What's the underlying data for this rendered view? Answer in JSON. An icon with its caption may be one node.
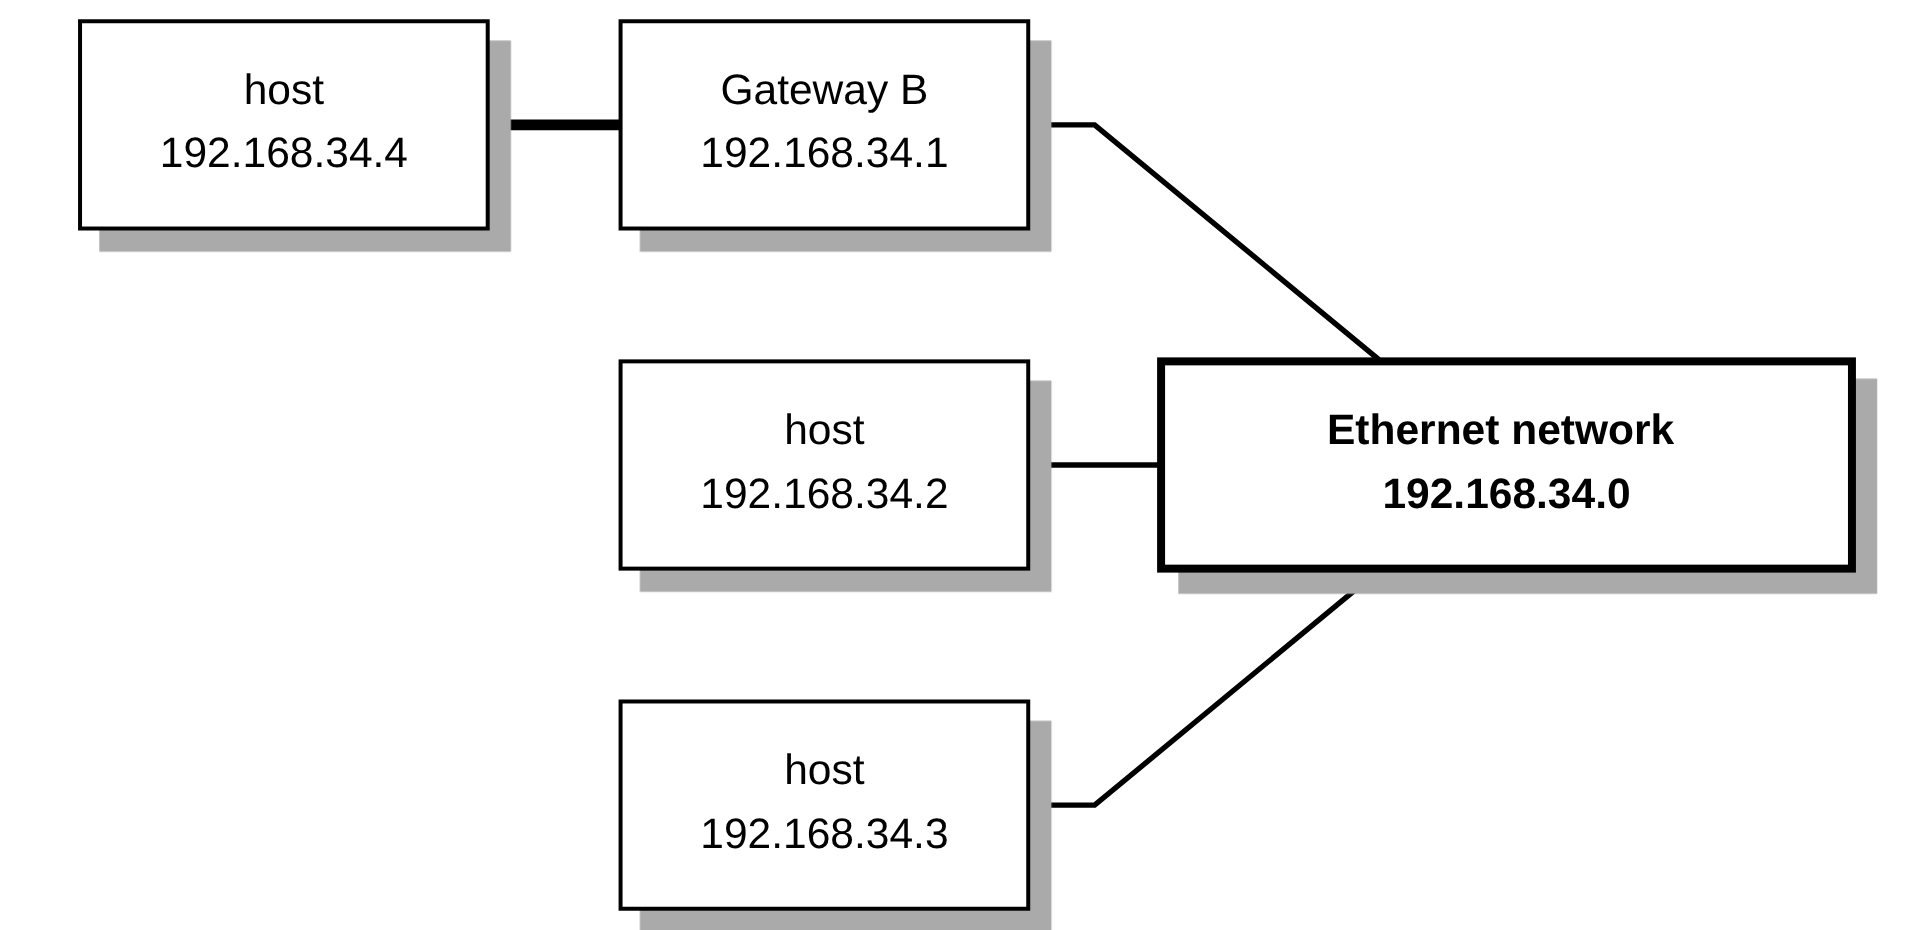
{
  "diagram": {
    "nodes": [
      {
        "text": [
          "Ethernet network 192.168.34.0"
        ]
      },
      {
        "text": [
          "host",
          "192.168.34.2"
        ]
      },
      {
        "text": [
          "host",
          "192.168.34.4"
        ]
      },
      {
        "text": [
          "Gateway B",
          "192.168.34.1"
        ]
      },
      {
        "text": [
          "host",
          "192.168.34.3"
        ]
      }
    ],
    "edges": [
      {
        "from": 2,
        "to": 3,
        "arrow": "none",
        "style": "thick"
      },
      {
        "from": 3,
        "to": 0,
        "arrow": "none"
      },
      {
        "from": 1,
        "to": 0,
        "arrow": "none"
      },
      {
        "from": 4,
        "to": 0,
        "arrow": "none"
      }
    ]
  }
}
